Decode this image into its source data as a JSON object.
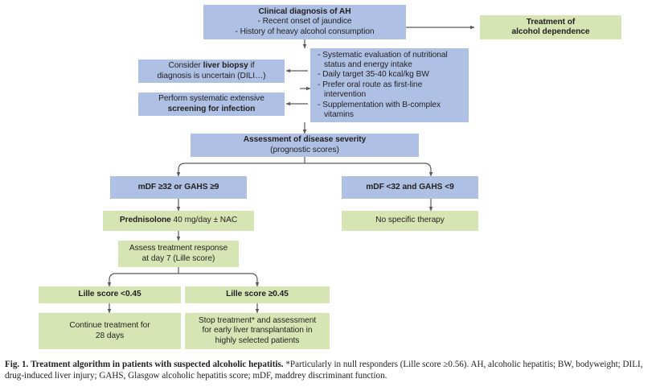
{
  "figure": {
    "colors": {
      "blue_box": "#aec0e4",
      "green_box": "#d7e5b4",
      "connector": "#58595b",
      "text": "#231f20",
      "page_background": "#ffffff"
    },
    "diagram_type": "flowchart",
    "title_in_caption": "Treatment algorithm in patients with suspected alcoholic hepatitis."
  },
  "nodes": {
    "clinical_diagnosis": {
      "id": "clinical-diagnosis",
      "color": "blue",
      "title": "Clinical diagnosis of AH",
      "line2": "- Recent onset of jaundice",
      "line3": "- History of heavy alcohol consumption"
    },
    "alcohol_treatment": {
      "id": "treatment-alcohol-dependence",
      "color": "green",
      "line1": "Treatment of",
      "line2": "alcohol dependence"
    },
    "liver_biopsy": {
      "id": "consider-liver-biopsy",
      "color": "blue",
      "seg1": "Consider ",
      "seg2": "liver biopsy",
      "seg3": " if",
      "line2": "diagnosis is uncertain (DILI…)"
    },
    "screening_infection": {
      "id": "screening-for-infection",
      "color": "blue",
      "line1": "Perform systematic extensive",
      "line2": "screening for infection"
    },
    "nutrition": {
      "id": "nutritional-management",
      "color": "blue",
      "bullets": [
        "- Systematic evaluation of nutritional status and energy intake",
        "- Daily target 35-40 kcal/kg BW",
        "- Prefer oral route as first-line intervention",
        "- Supplementation with B-complex vitamins"
      ]
    },
    "assessment_severity": {
      "id": "assessment-disease-severity",
      "color": "blue",
      "title": "Assessment of disease severity",
      "subtitle": "(prognostic scores)"
    },
    "severe_criteria": {
      "id": "mdf-ge32-or-gahs-ge9",
      "color": "blue",
      "label": "mDF ≥32 or GAHS ≥9"
    },
    "nonsevere_criteria": {
      "id": "mdf-lt32-and-gahs-lt9",
      "color": "blue",
      "label": "mDF <32 and GAHS <9"
    },
    "prednisolone": {
      "id": "prednisolone-treatment",
      "color": "green",
      "seg1": "Prednisolone",
      "seg2": " 40 mg/day ± NAC"
    },
    "no_specific_therapy": {
      "id": "no-specific-therapy",
      "color": "green",
      "label": "No specific therapy"
    },
    "assess_response": {
      "id": "assess-treatment-response",
      "color": "green",
      "line1": "Assess treatment response",
      "line2": "at day 7 (Lille score)"
    },
    "lille_low": {
      "id": "lille-score-low",
      "color": "green",
      "label": "Lille score <0.45"
    },
    "lille_high": {
      "id": "lille-score-high",
      "color": "green",
      "label": "Lille score ≥0.45"
    },
    "continue_treatment": {
      "id": "continue-treatment",
      "color": "green",
      "line1": "Continue treatment for",
      "line2": "28 days"
    },
    "stop_treatment": {
      "id": "stop-treatment-transplant",
      "color": "green",
      "line1": "Stop treatment* and assessment",
      "line2": "for early liver transplantation in",
      "line3": "highly selected patients"
    }
  },
  "caption": {
    "fig_label": "Fig. 1.",
    "title": "Treatment algorithm in patients with suspected alcoholic hepatitis.",
    "footnote": "*Particularly in null responders (Lille score ≥0.56). AH, alcoholic hepatitis; BW, bodyweight; DILI, drug-induced liver injury; GAHS, Glasgow alcoholic hepatitis score; mDF, maddrey discriminant function."
  }
}
